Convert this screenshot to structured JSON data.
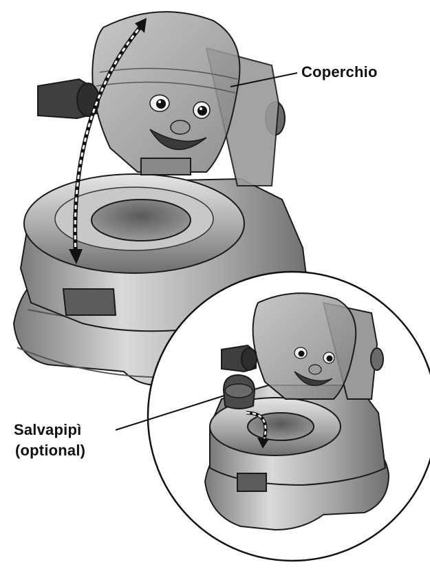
{
  "labels": {
    "lid": "Coperchio",
    "splash_guard_line1": "Salvapipì",
    "splash_guard_line2": "(optional)"
  },
  "colors": {
    "lid_tint": "#8c8c8c",
    "body_tint": "#b5b5b5",
    "outline": "#1a1a1a"
  }
}
